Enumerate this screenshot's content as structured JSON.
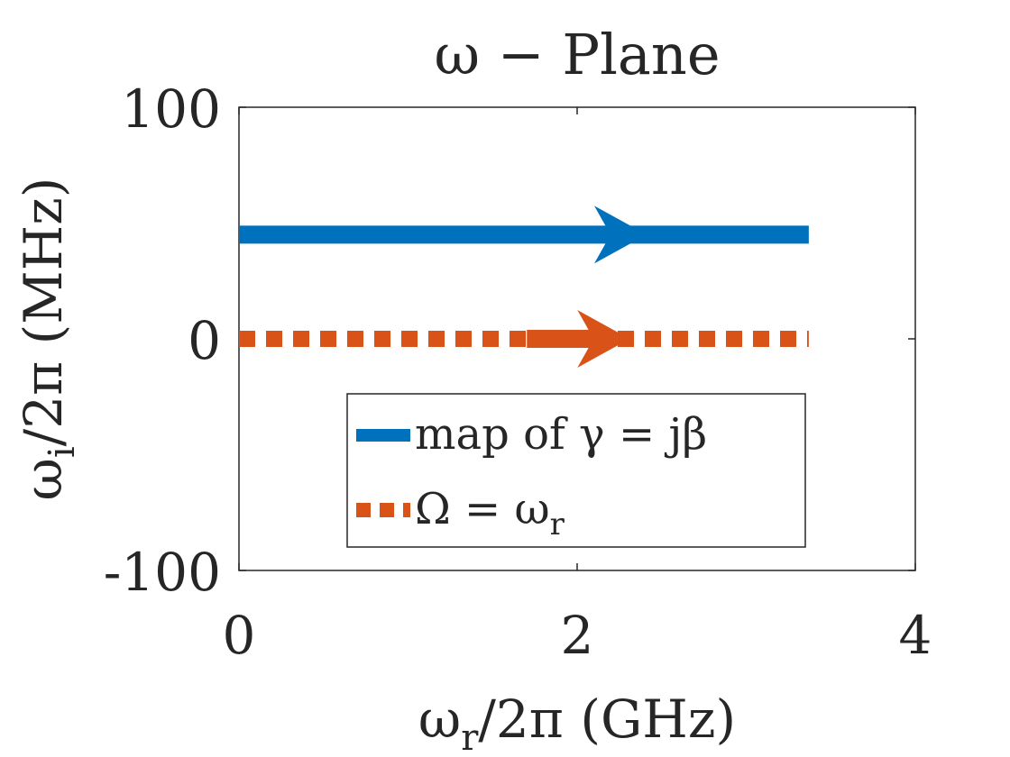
{
  "chart_data": {
    "type": "line",
    "title": "ω − Plane",
    "xlabel": {
      "base": "ω",
      "sub": "r",
      "rest": "/2π (GHz)"
    },
    "ylabel": {
      "base": "ω",
      "sub": "i",
      "rest": "/2π (MHz)"
    },
    "xlim": [
      0,
      4
    ],
    "ylim": [
      -100,
      100
    ],
    "xticks": [
      0,
      2,
      4
    ],
    "xtick_labels": [
      "0",
      "2",
      "4"
    ],
    "yticks": [
      -100,
      0,
      100
    ],
    "ytick_labels": [
      "-100",
      "0",
      "100"
    ],
    "grid": false,
    "legend_position": "lower-center",
    "series": [
      {
        "name": "map of γ = jβ",
        "style": "solid",
        "color": "#0072BD",
        "x": [
          0,
          3.37
        ],
        "y": [
          45,
          45
        ],
        "arrow_at_x": 2.4
      },
      {
        "name": "Ω = ωr",
        "name_base": "Ω = ω",
        "name_sub": "r",
        "style": "dotted",
        "color": "#D95319",
        "x": [
          0,
          3.37
        ],
        "y": [
          0,
          0
        ],
        "arrow_at_x": 2.3
      }
    ]
  }
}
